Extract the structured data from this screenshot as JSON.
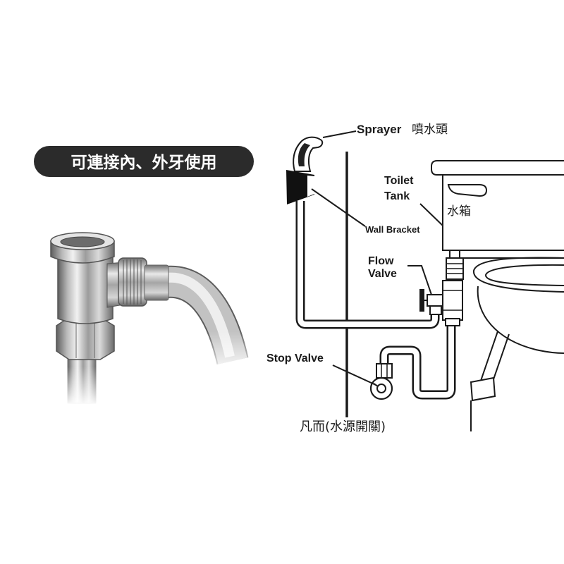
{
  "badge": {
    "text": "可連接內、外牙使用"
  },
  "labels": {
    "sprayer_en": "Sprayer",
    "sprayer_zh": "噴水頭",
    "toilet_tank": [
      "Toilet",
      "Tank"
    ],
    "tank_zh": "水箱",
    "wall_bracket": "Wall Bracket",
    "flow_valve": [
      "Flow",
      "Valve"
    ],
    "stop_valve": "Stop Valve",
    "stop_valve_zh": "凡而(水源開關)"
  },
  "colors": {
    "badge_background": "#2b2b2b",
    "line": "#1a1a1a",
    "background": "#ffffff"
  }
}
